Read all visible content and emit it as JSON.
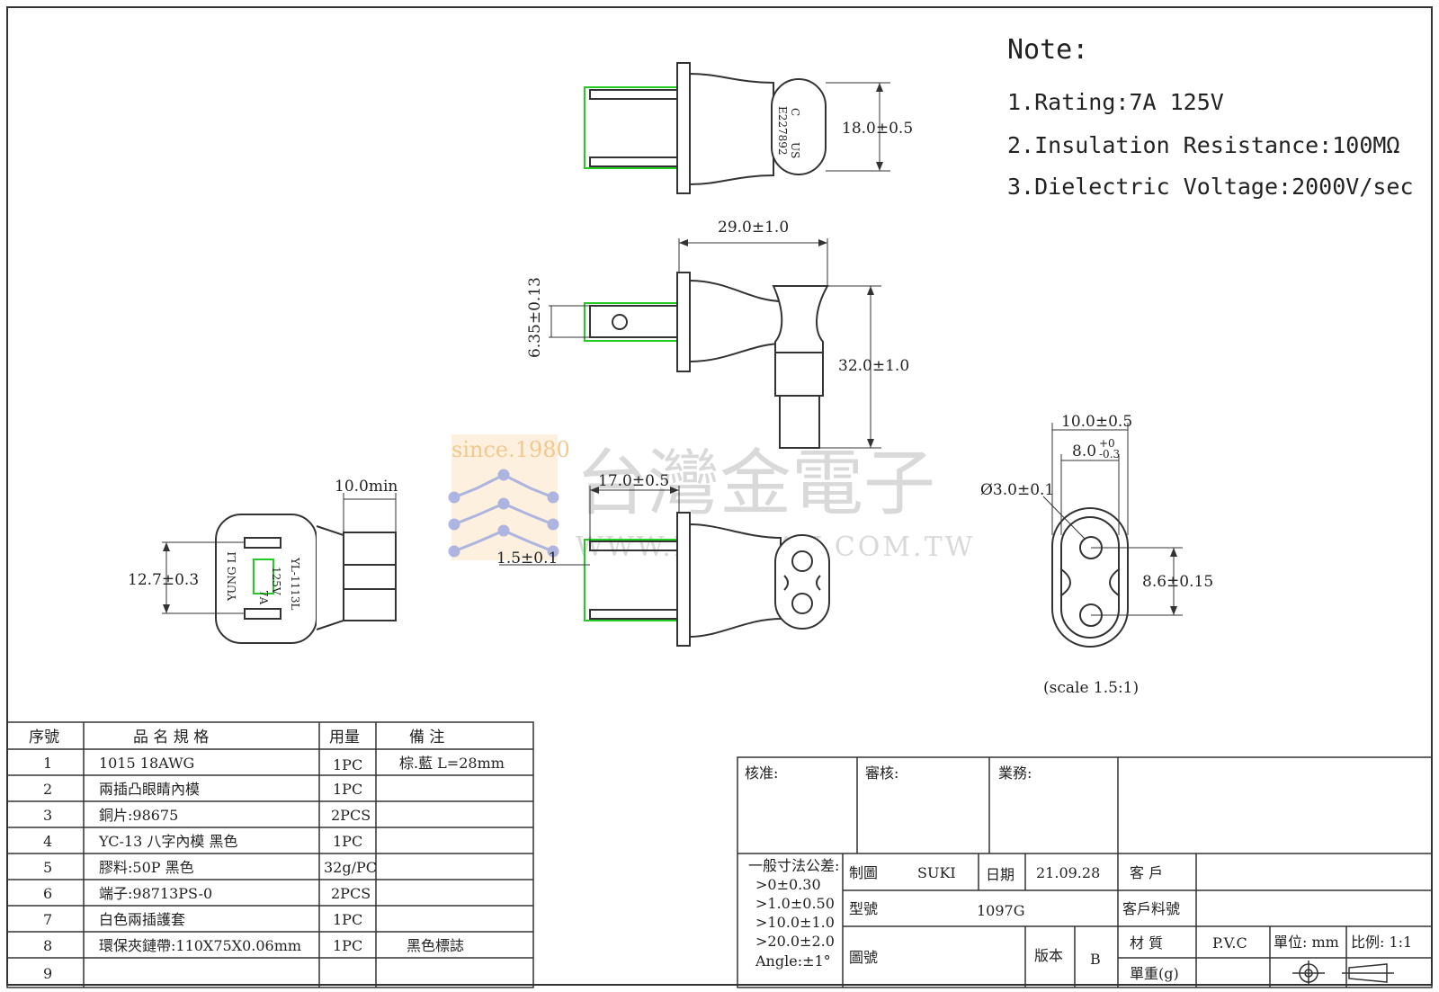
{
  "notes": {
    "title": "Note:",
    "items": [
      "1.Rating:7A 125V",
      "2.Insulation Resistance:100MΩ",
      "3.Dielectric Voltage:2000V/sec"
    ]
  },
  "dimensions": {
    "top_width": "18.0±0.5",
    "side_length": "29.0±1.0",
    "side_blade": "6.35±0.13",
    "side_height": "32.0±1.0",
    "face_width": "12.7±0.3",
    "face_depth": "10.0min",
    "front_blade_len": "17.0±0.5",
    "front_blade_thk": "1.5±0.1",
    "outline_width": "10.0±0.5",
    "inner_width": "8.0",
    "inner_tol_upper": "+0",
    "inner_tol_lower": "-0.3",
    "hole_dia": "Ø3.0±0.1",
    "hole_pitch": "8.6±0.15",
    "scale": "(scale 1.5:1)"
  },
  "plug_marks": {
    "cert": "E227892",
    "c_mark": "C",
    "us_mark": "US",
    "brand": "YUNG LI",
    "rating_a": "7A",
    "rating_v": "125V",
    "model": "YL-1113L"
  },
  "watermark": {
    "since": "since.1980",
    "company": "台灣金電子",
    "url": "WWW.KINSTAN.COM.TW"
  },
  "bom": {
    "headers": [
      "序號",
      "品 名 規 格",
      "用量",
      "備 注"
    ],
    "rows": [
      {
        "no": "1",
        "spec": "1015 18AWG",
        "qty": "1PC",
        "note": "棕.藍 L=28mm"
      },
      {
        "no": "2",
        "spec": "兩插凸眼睛內模",
        "qty": "1PC",
        "note": ""
      },
      {
        "no": "3",
        "spec": "銅片:98675",
        "qty": "2PCS",
        "note": ""
      },
      {
        "no": "4",
        "spec": "YC-13 八字內模 黑色",
        "qty": "1PC",
        "note": ""
      },
      {
        "no": "5",
        "spec": "膠料:50P 黑色",
        "qty": "32g/PC",
        "note": ""
      },
      {
        "no": "6",
        "spec": "端子:98713PS-0",
        "qty": "2PCS",
        "note": ""
      },
      {
        "no": "7",
        "spec": "白色兩插護套",
        "qty": "1PC",
        "note": ""
      },
      {
        "no": "8",
        "spec": "環保夾鏈帶:110X75X0.06mm",
        "qty": "1PC",
        "note": "黑色標誌"
      },
      {
        "no": "9",
        "spec": "",
        "qty": "",
        "note": ""
      }
    ]
  },
  "title_block": {
    "approve": "核准:",
    "review": "審核:",
    "business": "業務:",
    "tolerance_title": "一般寸法公差:",
    "tolerances": [
      ">0±0.30",
      ">1.0±0.50",
      ">10.0±1.0",
      ">20.0±2.0",
      "Angle:±1°"
    ],
    "drawn_label": "制圖",
    "drawn_value": "SUKI",
    "date_label": "日期",
    "date_value": "21.09.28",
    "customer_label": "客 戶",
    "model_label": "型號",
    "model_value": "1097G",
    "cust_part_label": "客戶料號",
    "drawing_no_label": "圖號",
    "version_label": "版本",
    "version_value": "B",
    "material_label": "材 質",
    "material_value": "P.V.C",
    "unit_label": "單位: mm",
    "ratio_label": "比例: 1:1",
    "weight_label": "單重(g)"
  }
}
